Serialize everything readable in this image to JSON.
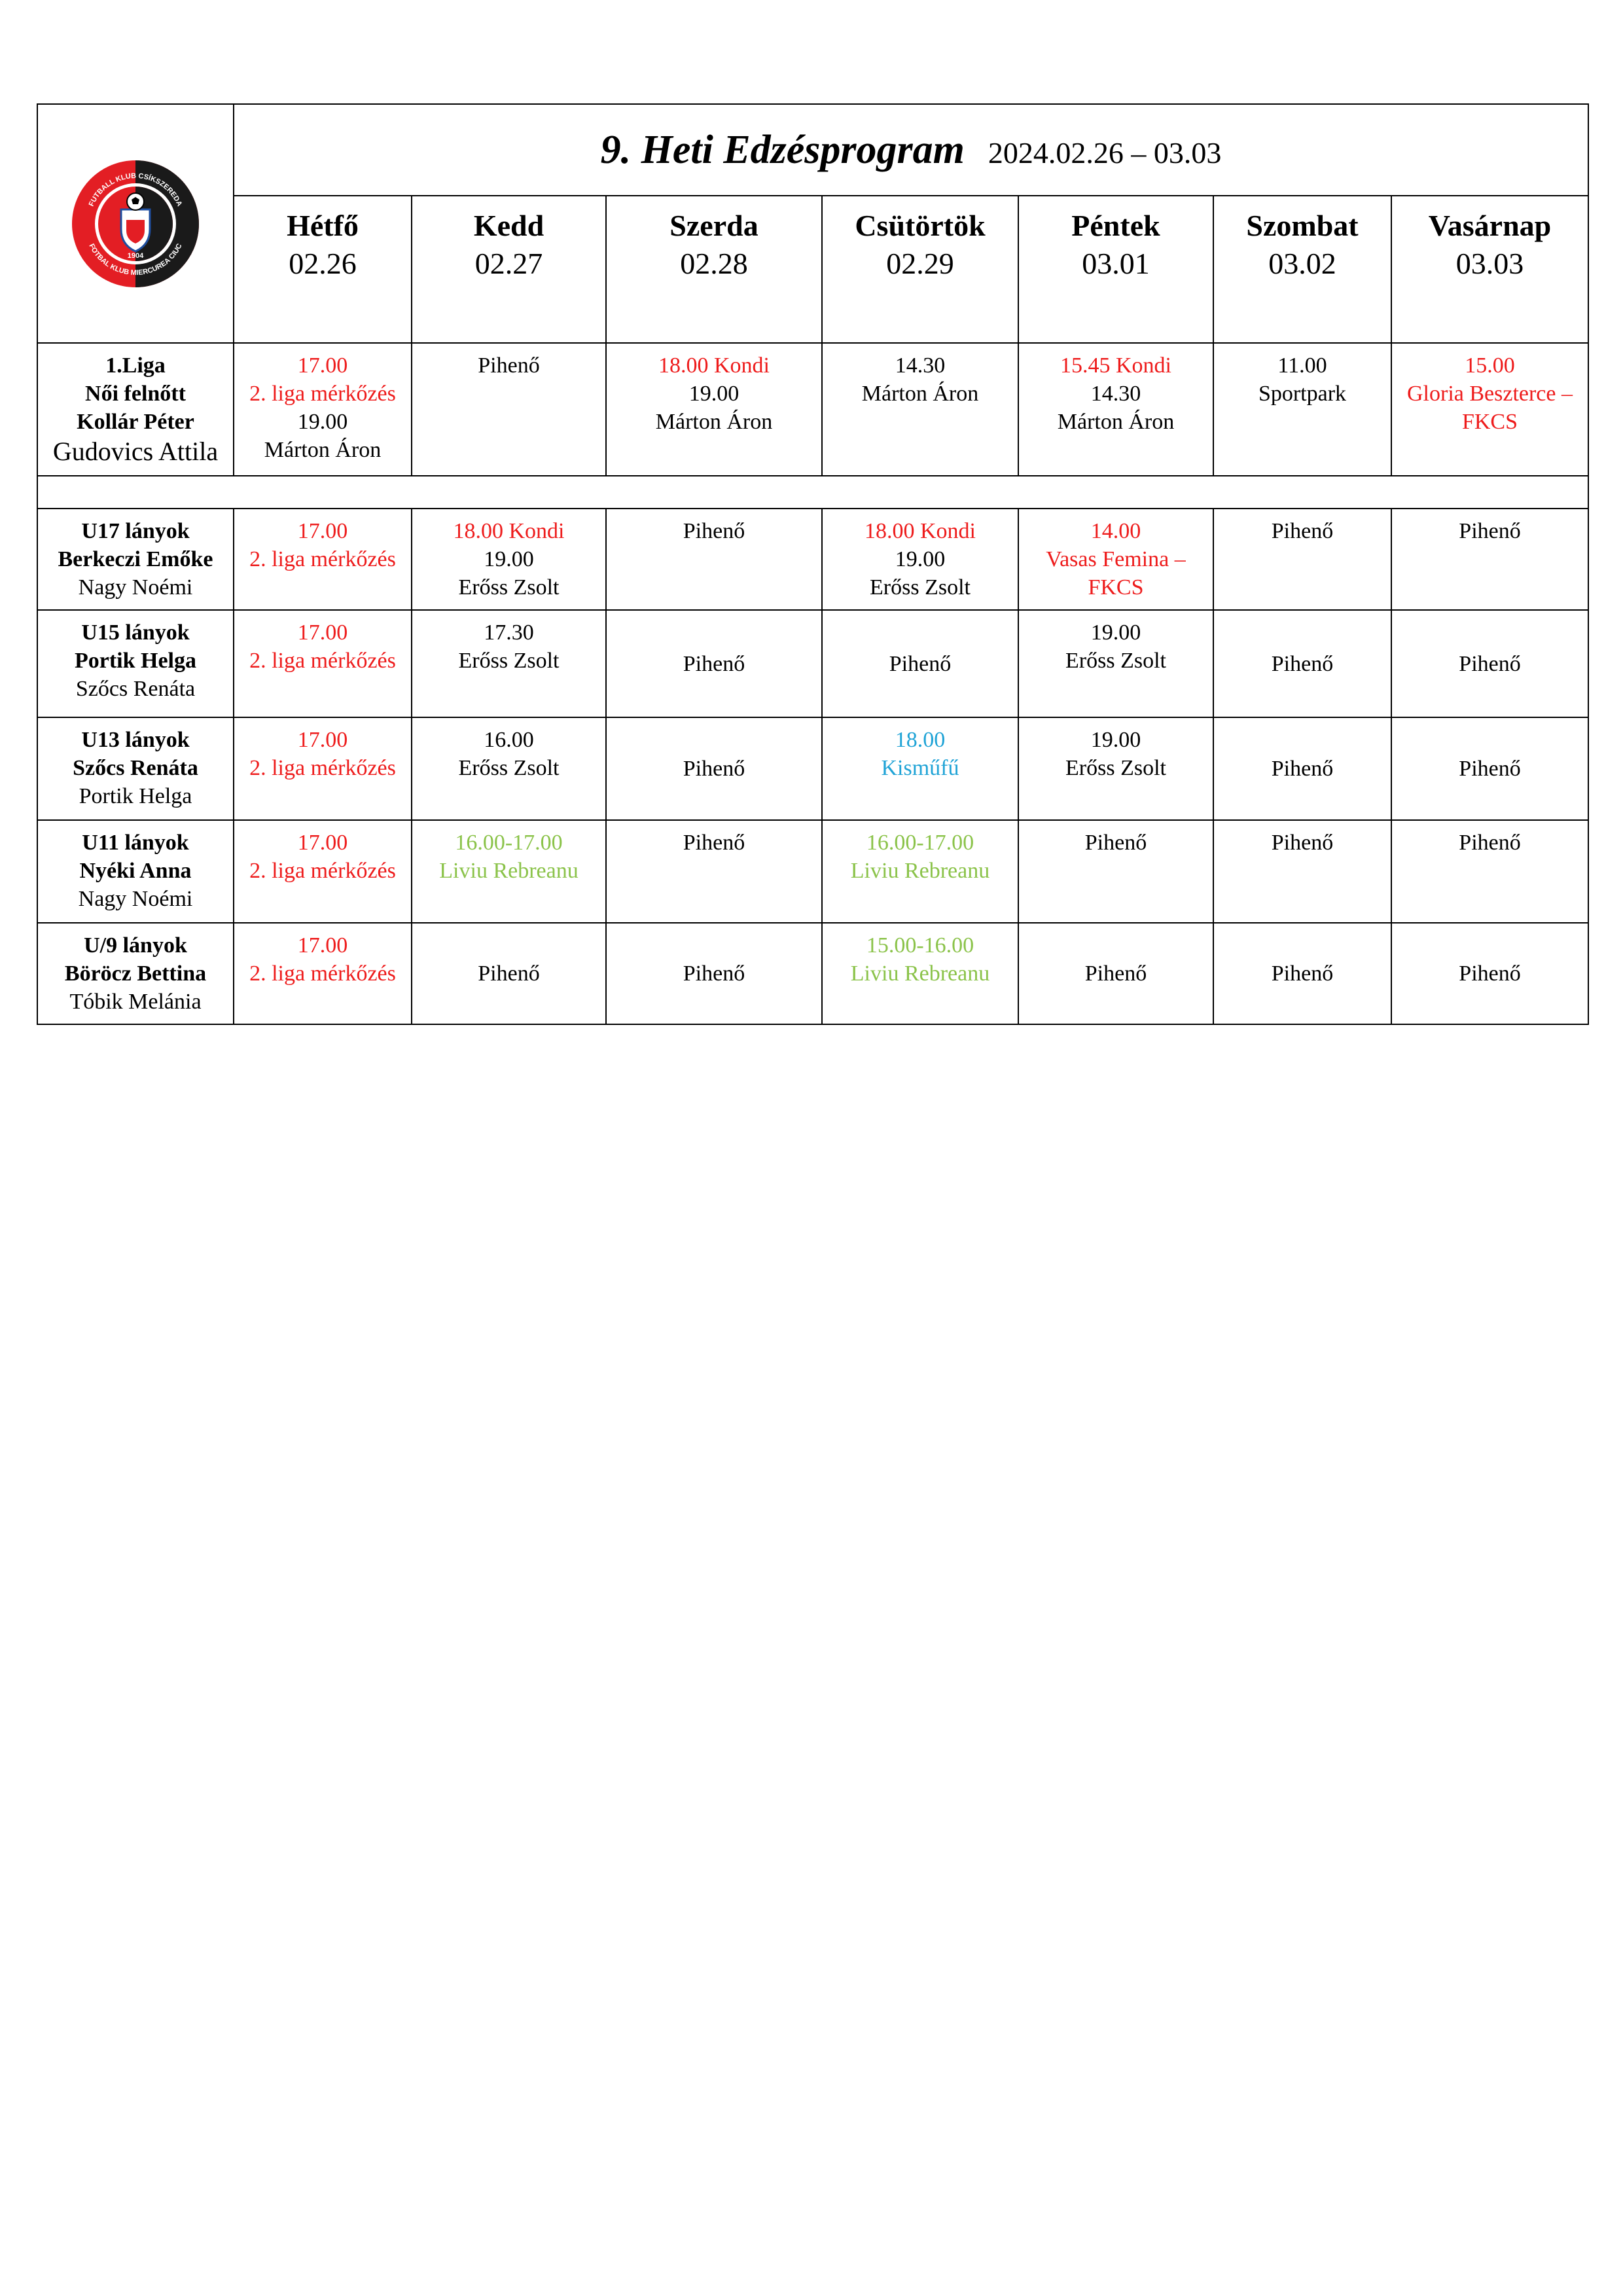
{
  "header": {
    "title": "9. Heti Edzésprogram",
    "date_range": "2024.02.26 – 03.03"
  },
  "logo": {
    "top_text": "FUTBALL KLUB CSÍKSZEREDA",
    "bottom_text": "FOTBAL KLUB MIERCUREA CIUC",
    "year": "1904",
    "colors": {
      "red": "#e31e24",
      "black": "#1a1a1a"
    }
  },
  "days": [
    {
      "name": "Hétfő",
      "date": "02.26"
    },
    {
      "name": "Kedd",
      "date": "02.27"
    },
    {
      "name": "Szerda",
      "date": "02.28"
    },
    {
      "name": "Csütörtök",
      "date": "02.29"
    },
    {
      "name": "Péntek",
      "date": "03.01"
    },
    {
      "name": "Szombat",
      "date": "03.02"
    },
    {
      "name": "Vasárnap",
      "date": "03.03"
    }
  ],
  "colors": {
    "black": "#000000",
    "red": "#ee1c1c",
    "green": "#8bc34a",
    "blue": "#1fa3d6"
  },
  "teams": [
    {
      "label_lines": [
        {
          "text": "1.Liga",
          "bold": true
        },
        {
          "text": "Női felnőtt",
          "bold": true
        },
        {
          "text": "Kollár Péter",
          "bold": true
        },
        {
          "text": "Gudovics Attila",
          "bold": false,
          "big": true
        }
      ],
      "cells": [
        {
          "lines": [
            {
              "text": "17.00",
              "color": "red"
            },
            {
              "text": "2. liga mérkőzés",
              "color": "red"
            },
            {
              "text": "19.00",
              "color": "black"
            },
            {
              "text": "Márton Áron",
              "color": "black"
            }
          ]
        },
        {
          "lines": [
            {
              "text": "Pihenő",
              "color": "black"
            }
          ]
        },
        {
          "lines": [
            {
              "text": "18.00 Kondi",
              "color": "red"
            },
            {
              "text": "19.00",
              "color": "black"
            },
            {
              "text": "Márton Áron",
              "color": "black"
            }
          ]
        },
        {
          "lines": [
            {
              "text": "14.30",
              "color": "black"
            },
            {
              "text": "Márton Áron",
              "color": "black"
            }
          ]
        },
        {
          "lines": [
            {
              "text": "15.45 Kondi",
              "color": "red"
            },
            {
              "text": "14.30",
              "color": "black"
            },
            {
              "text": "Márton Áron",
              "color": "black"
            }
          ]
        },
        {
          "lines": [
            {
              "text": "11.00",
              "color": "black"
            },
            {
              "text": "Sportpark",
              "color": "black"
            }
          ]
        },
        {
          "lines": [
            {
              "text": "15.00",
              "color": "red"
            },
            {
              "text": "Gloria Beszterce –",
              "color": "red"
            },
            {
              "text": "FKCS",
              "color": "red"
            }
          ]
        }
      ]
    },
    {
      "label_lines": [
        {
          "text": "U17 lányok",
          "bold": true
        },
        {
          "text": "Berkeczi Emőke",
          "bold": true
        },
        {
          "text": "Nagy Noémi",
          "bold": false
        }
      ],
      "cells": [
        {
          "lines": [
            {
              "text": "17.00",
              "color": "red"
            },
            {
              "text": "2. liga mérkőzés",
              "color": "red"
            }
          ]
        },
        {
          "lines": [
            {
              "text": "18.00 Kondi",
              "color": "red"
            },
            {
              "text": "19.00",
              "color": "black"
            },
            {
              "text": "Erőss Zsolt",
              "color": "black"
            }
          ]
        },
        {
          "lines": [
            {
              "text": "Pihenő",
              "color": "black"
            }
          ]
        },
        {
          "lines": [
            {
              "text": "18.00 Kondi",
              "color": "red"
            },
            {
              "text": "19.00",
              "color": "black"
            },
            {
              "text": "Erőss Zsolt",
              "color": "black"
            }
          ]
        },
        {
          "lines": [
            {
              "text": "14.00",
              "color": "red"
            },
            {
              "text": "Vasas Femina –",
              "color": "red"
            },
            {
              "text": "FKCS",
              "color": "red"
            }
          ]
        },
        {
          "lines": [
            {
              "text": "Pihenő",
              "color": "black"
            }
          ]
        },
        {
          "lines": [
            {
              "text": "Pihenő",
              "color": "black"
            }
          ]
        }
      ]
    },
    {
      "label_lines": [
        {
          "text": "U15 lányok",
          "bold": true
        },
        {
          "text": "Portik Helga",
          "bold": true
        },
        {
          "text": "Szőcs Renáta",
          "bold": false
        }
      ],
      "cells": [
        {
          "lines": [
            {
              "text": "17.00",
              "color": "red"
            },
            {
              "text": "2. liga mérkőzés",
              "color": "red"
            }
          ]
        },
        {
          "lines": [
            {
              "text": "17.30",
              "color": "black"
            },
            {
              "text": "Erőss Zsolt",
              "color": "black"
            }
          ]
        },
        {
          "middle": true,
          "lines": [
            {
              "text": "Pihenő",
              "color": "black"
            }
          ]
        },
        {
          "middle": true,
          "lines": [
            {
              "text": "Pihenő",
              "color": "black"
            }
          ]
        },
        {
          "lines": [
            {
              "text": "19.00",
              "color": "black"
            },
            {
              "text": "Erőss Zsolt",
              "color": "black"
            }
          ]
        },
        {
          "middle": true,
          "lines": [
            {
              "text": "Pihenő",
              "color": "black"
            }
          ]
        },
        {
          "middle": true,
          "lines": [
            {
              "text": "Pihenő",
              "color": "black"
            }
          ]
        }
      ]
    },
    {
      "label_lines": [
        {
          "text": "U13 lányok",
          "bold": true
        },
        {
          "text": "Szőcs Renáta",
          "bold": true
        },
        {
          "text": "Portik Helga",
          "bold": false
        }
      ],
      "cells": [
        {
          "lines": [
            {
              "text": "17.00",
              "color": "red"
            },
            {
              "text": "2. liga mérkőzés",
              "color": "red"
            }
          ]
        },
        {
          "lines": [
            {
              "text": "16.00",
              "color": "black"
            },
            {
              "text": "Erőss Zsolt",
              "color": "black"
            }
          ]
        },
        {
          "middle": true,
          "lines": [
            {
              "text": "Pihenő",
              "color": "black"
            }
          ]
        },
        {
          "lines": [
            {
              "text": "18.00",
              "color": "blue"
            },
            {
              "text": "Kisműfű",
              "color": "blue"
            }
          ]
        },
        {
          "lines": [
            {
              "text": "19.00",
              "color": "black"
            },
            {
              "text": "Erőss Zsolt",
              "color": "black"
            }
          ]
        },
        {
          "middle": true,
          "lines": [
            {
              "text": "Pihenő",
              "color": "black"
            }
          ]
        },
        {
          "middle": true,
          "lines": [
            {
              "text": "Pihenő",
              "color": "black"
            }
          ]
        }
      ]
    },
    {
      "label_lines": [
        {
          "text": "U11 lányok",
          "bold": true
        },
        {
          "text": "Nyéki Anna",
          "bold": true
        },
        {
          "text": "Nagy Noémi",
          "bold": false
        }
      ],
      "cells": [
        {
          "lines": [
            {
              "text": "17.00",
              "color": "red"
            },
            {
              "text": "2. liga mérkőzés",
              "color": "red"
            }
          ]
        },
        {
          "lines": [
            {
              "text": "16.00-17.00",
              "color": "green"
            },
            {
              "text": "Liviu Rebreanu",
              "color": "green"
            }
          ]
        },
        {
          "lines": [
            {
              "text": "Pihenő",
              "color": "black"
            }
          ]
        },
        {
          "lines": [
            {
              "text": "16.00-17.00",
              "color": "green"
            },
            {
              "text": "Liviu Rebreanu",
              "color": "green"
            }
          ]
        },
        {
          "lines": [
            {
              "text": "Pihenő",
              "color": "black"
            }
          ]
        },
        {
          "lines": [
            {
              "text": "Pihenő",
              "color": "black"
            }
          ]
        },
        {
          "lines": [
            {
              "text": "Pihenő",
              "color": "black"
            }
          ]
        }
      ]
    },
    {
      "label_lines": [
        {
          "text": "U/9 lányok",
          "bold": true
        },
        {
          "text": "Böröcz Bettina",
          "bold": true
        },
        {
          "text": "Tóbik Melánia",
          "bold": false
        }
      ],
      "cells": [
        {
          "lines": [
            {
              "text": "17.00",
              "color": "red"
            },
            {
              "text": "2. liga mérkőzés",
              "color": "red"
            }
          ]
        },
        {
          "middle": true,
          "lines": [
            {
              "text": "Pihenő",
              "color": "black"
            }
          ]
        },
        {
          "middle": true,
          "lines": [
            {
              "text": "Pihenő",
              "color": "black"
            }
          ]
        },
        {
          "lines": [
            {
              "text": "15.00-16.00",
              "color": "green"
            },
            {
              "text": "Liviu Rebreanu",
              "color": "green"
            }
          ]
        },
        {
          "middle": true,
          "lines": [
            {
              "text": "Pihenő",
              "color": "black"
            }
          ]
        },
        {
          "middle": true,
          "lines": [
            {
              "text": "Pihenő",
              "color": "black"
            }
          ]
        },
        {
          "middle": true,
          "lines": [
            {
              "text": "Pihenő",
              "color": "black"
            }
          ]
        }
      ]
    }
  ]
}
